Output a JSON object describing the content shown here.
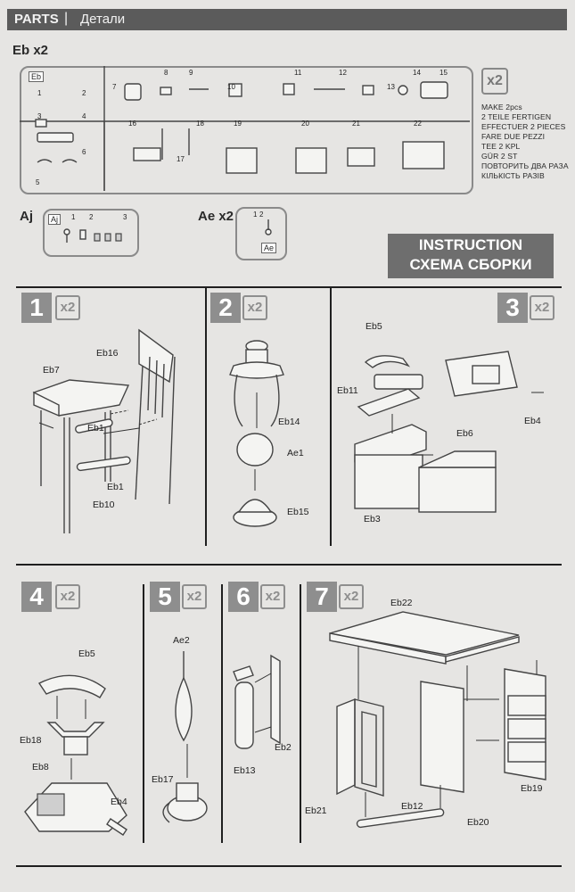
{
  "header": {
    "parts": "PARTS",
    "separator": "|",
    "parts_ru": "Детали"
  },
  "sprue_eb": {
    "title": "Eb x2",
    "tag": "Eb",
    "numbers": [
      "1",
      "2",
      "3",
      "4",
      "5",
      "6",
      "7",
      "8",
      "9",
      "10",
      "11",
      "12",
      "13",
      "14",
      "15",
      "16",
      "17",
      "18",
      "19",
      "20",
      "21",
      "22"
    ],
    "multiplier": "x2",
    "make_lines": [
      "MAKE 2pcs",
      "2 TEILE FERTIGEN",
      "EFFECTUER 2 PIECES",
      "FARE DUE PEZZI",
      "TEE 2 KPL",
      "GÜR 2 ST",
      "ПОВТОРИТЬ ДВА РАЗА",
      "КІЛЬКІСТЬ РАЗІВ"
    ]
  },
  "sprue_aj": {
    "title": "Aj",
    "tag": "Aj",
    "numbers": [
      "1",
      "2",
      "3"
    ]
  },
  "sprue_ae": {
    "title": "Ae x2",
    "tag": "Ae",
    "numbers": [
      "1",
      "2"
    ]
  },
  "instruction": {
    "line1": "INSTRUCTION",
    "line2": "СХЕМА СБОРКИ"
  },
  "steps": [
    {
      "num": "1",
      "mult": "x2",
      "labels": [
        "Eb16",
        "Eb7",
        "Eb1",
        "Eb1",
        "Eb10"
      ]
    },
    {
      "num": "2",
      "mult": "x2",
      "labels": [
        "Eb14",
        "Ae1",
        "Eb15"
      ]
    },
    {
      "num": "3",
      "mult": "x2",
      "labels": [
        "Eb5",
        "Eb11",
        "Eb6",
        "Eb4",
        "Eb3"
      ]
    },
    {
      "num": "4",
      "mult": "x2",
      "labels": [
        "Eb5",
        "Eb18",
        "Eb8",
        "Eb4"
      ]
    },
    {
      "num": "5",
      "mult": "x2",
      "labels": [
        "Ae2",
        "Eb17"
      ]
    },
    {
      "num": "6",
      "mult": "x2",
      "labels": [
        "Eb2",
        "Eb13"
      ]
    },
    {
      "num": "7",
      "mult": "x2",
      "labels": [
        "Eb22",
        "Eb19",
        "Eb21",
        "Eb12",
        "Eb20"
      ]
    }
  ]
}
